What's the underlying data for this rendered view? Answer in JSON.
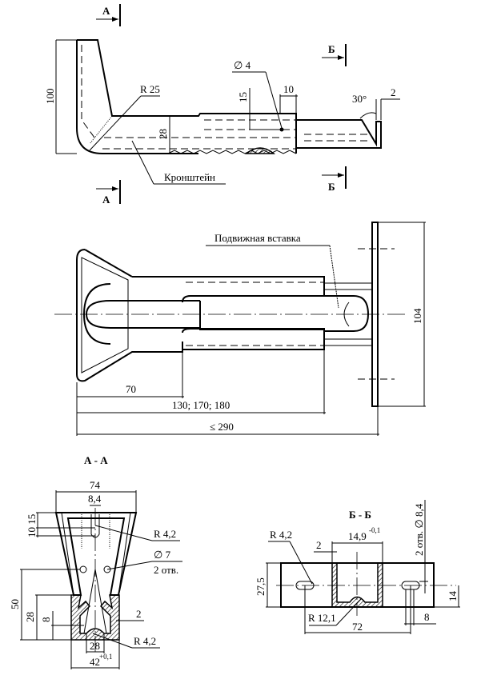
{
  "sections": {
    "a_marker": "А",
    "b_marker": "Б",
    "aa_title": "А - А",
    "bb_title": "Б - Б"
  },
  "side_view": {
    "height_100": "100",
    "radius_25": "R 25",
    "height_28": "28",
    "dim_15": "15",
    "dia_4": "∅  4",
    "dim_10": "10",
    "angle_30": "30°",
    "dim_2": "2",
    "label_bracket": "Кронштейн"
  },
  "plan_view": {
    "label_insert": "Подвижная вставка",
    "dim_70": "70",
    "dim_130": "130; 170; 180",
    "dim_290": "≤ 290",
    "dim_104": "104"
  },
  "section_aa": {
    "dim_74": "74",
    "dim_8_4": "8,4",
    "dim_10_15": "10 15",
    "r_4_2_top": "R 4,2",
    "dia_7": "∅  7",
    "holes_2": "2 отв.",
    "dim_50": "50",
    "dim_28_v": "28",
    "dim_8": "8",
    "dim_2": "2",
    "r_4_2_bot": "R 4,2",
    "dim_28_h": "28",
    "dim_42": "42",
    "tol_42": "+0,1"
  },
  "section_bb": {
    "r_4_2": "R 4,2",
    "dim_14_9": "14,9",
    "tol_14_9": "-0,1",
    "dim_2": "2",
    "holes_dia": "2 отв. ∅ 8,4",
    "dim_27_5": "27,5",
    "dim_14": "14",
    "r_12_1": "R 12,1",
    "dim_72": "72",
    "dim_8": "8"
  }
}
